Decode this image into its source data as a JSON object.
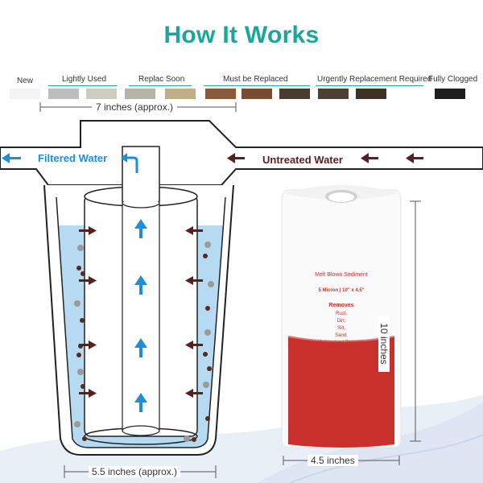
{
  "title": "How It Works",
  "stages": [
    {
      "label": "New",
      "color": "#f4f4f4"
    },
    {
      "label": "Lightly Used",
      "color": "#bdbdbd"
    },
    {
      "label": "",
      "color": "#cfcac2"
    },
    {
      "label": "Replac Soon",
      "color": "#b8b3aa"
    },
    {
      "label": "",
      "color": "#bfae86"
    },
    {
      "label": "Must be Replaced",
      "color": "#8a5a3a"
    },
    {
      "label": "",
      "color": "#7a4b34"
    },
    {
      "label": "Urgently Replacement Required",
      "color": "#4b3a2e"
    },
    {
      "label": "",
      "color": "#4e3e33"
    },
    {
      "label": "",
      "color": "#3f3028"
    },
    {
      "label": "Fully Clogged",
      "color": "#1e1e1e"
    }
  ],
  "stage_labels": {
    "new": "New",
    "lightly_used": "Lightly Used",
    "replace_soon": "Replac Soon",
    "must_replace": "Must be Replaced",
    "urgent": "Urgently Replacement Required",
    "clogged": "Fully Clogged"
  },
  "dimensions": {
    "top_width": "7 inches (approx.)",
    "bottom_width": "5.5 inches (approx.)",
    "cartridge_height": "10 inches",
    "cartridge_width": "4.5 inches"
  },
  "flow": {
    "filtered": "Filtered Water",
    "untreated": "Untreated Water"
  },
  "label_card": {
    "name": "Melt Blown Sediment",
    "spec": "5 Micron  |  10\" x 4.5\"",
    "removes_title": "Removes",
    "removes_items": [
      "Rust,",
      "Dirt,",
      "Silt,",
      "Sand,",
      "Undissolved Particles."
    ]
  },
  "colors": {
    "accent": "#1aa79a",
    "water": "#a9d4ef",
    "arrow_blue": "#1e8fd6",
    "arrow_brown": "#5a1e1e",
    "label_red": "#c9302c"
  }
}
